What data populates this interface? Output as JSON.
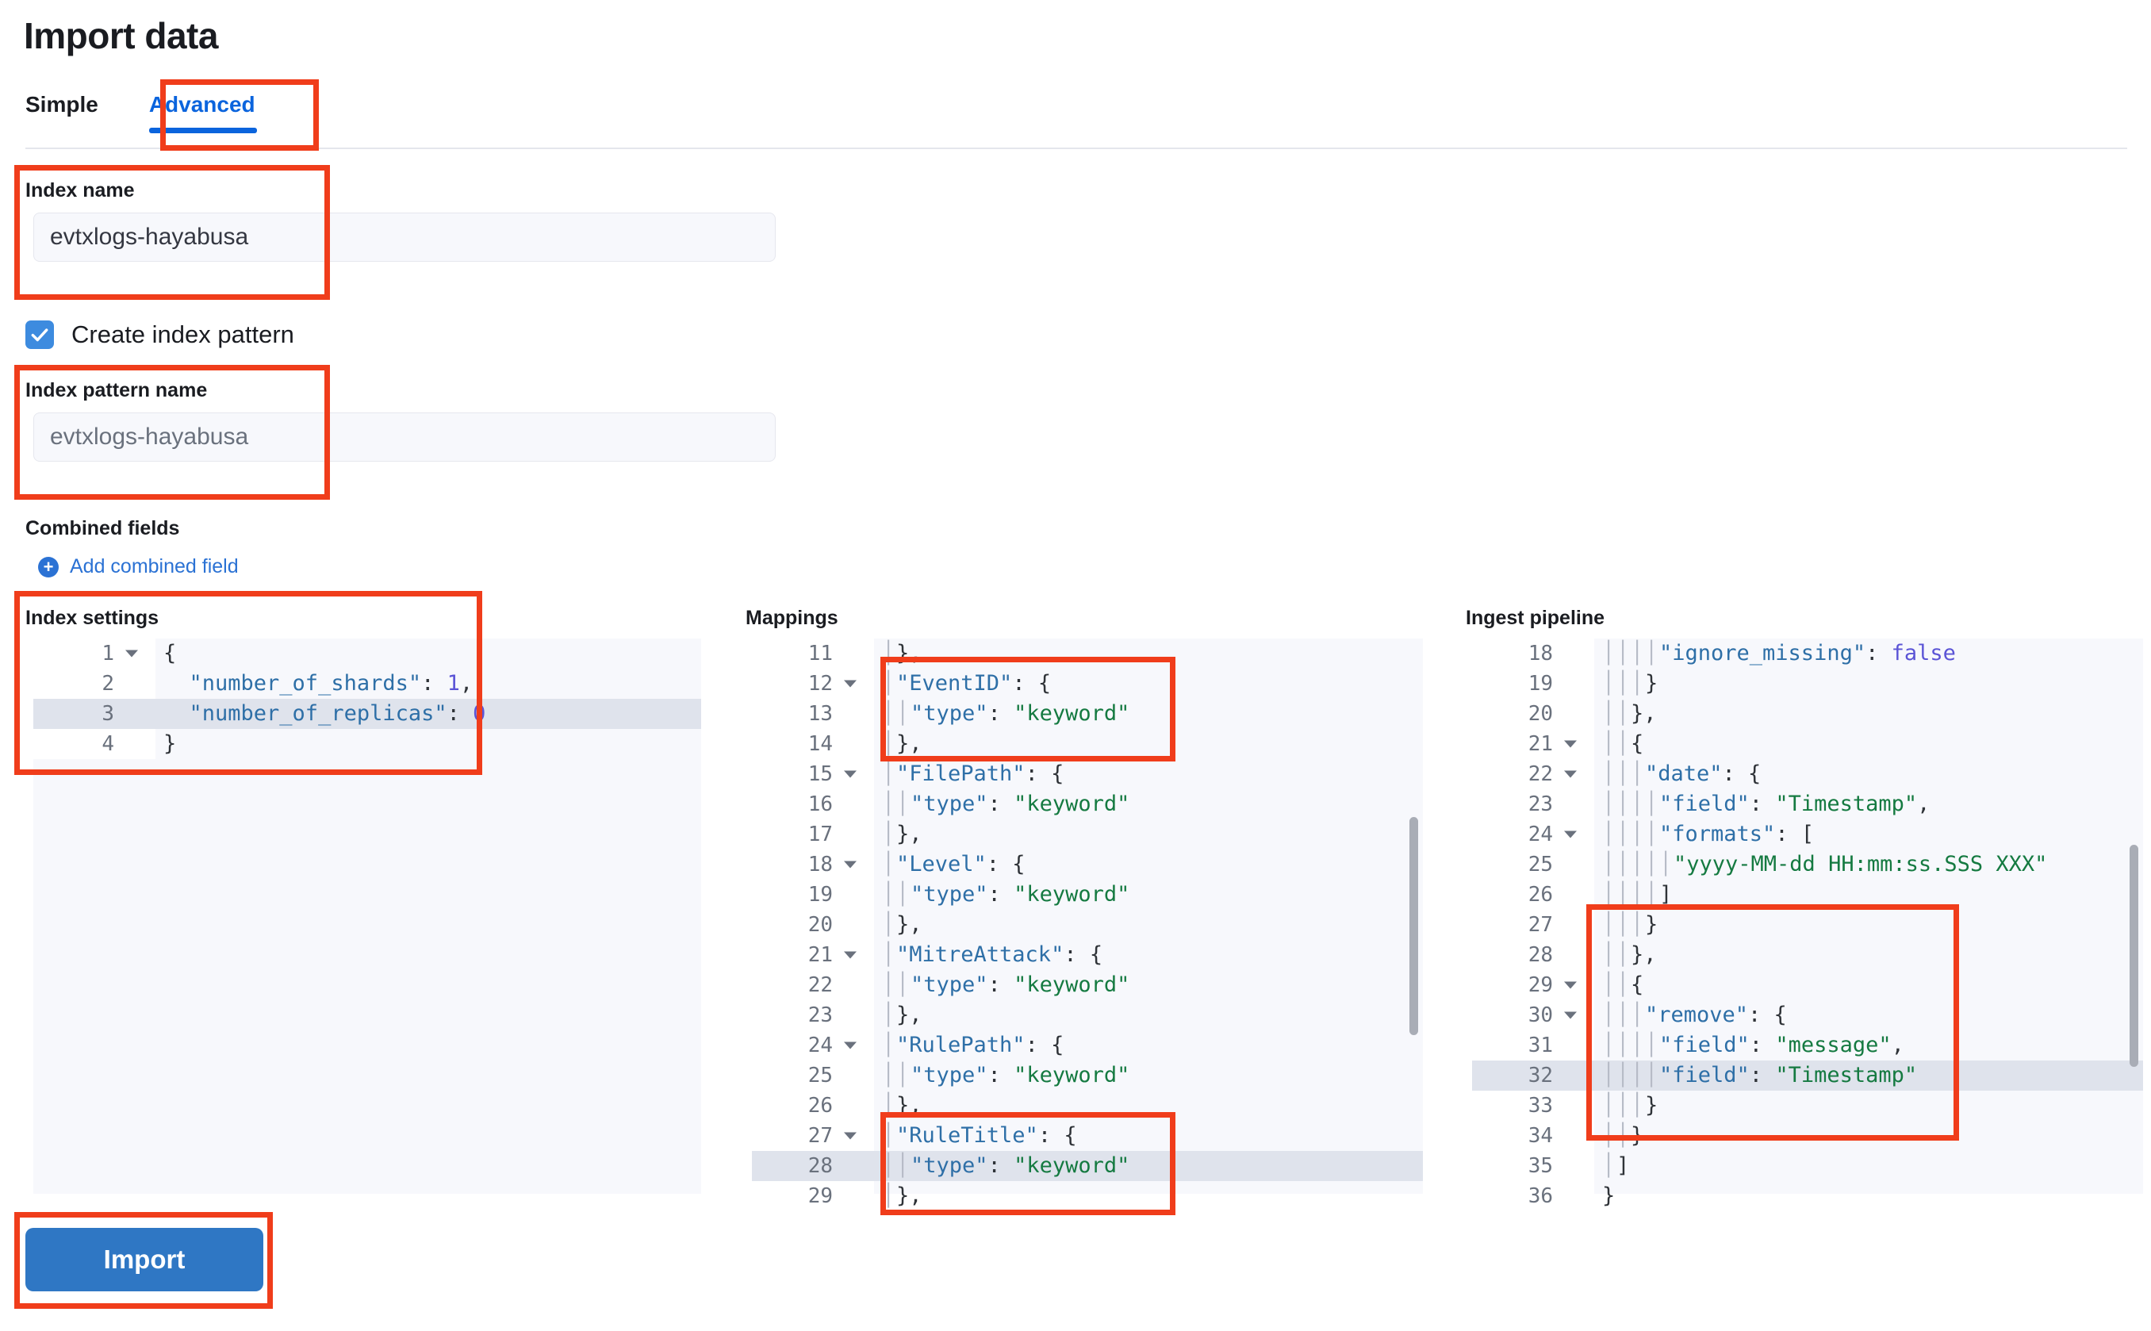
{
  "header": {
    "title": "Import data"
  },
  "tabs": [
    {
      "label": "Simple",
      "active": false
    },
    {
      "label": "Advanced",
      "active": true
    }
  ],
  "form": {
    "index_name": {
      "label": "Index name",
      "value": "evtxlogs-hayabusa"
    },
    "create_index_pattern": {
      "label": "Create index pattern",
      "checked": true
    },
    "index_pattern_name": {
      "label": "Index pattern name",
      "placeholder": "evtxlogs-hayabusa"
    },
    "combined_fields": {
      "label": "Combined fields",
      "add_label": "Add combined field"
    }
  },
  "editors": {
    "index_settings": {
      "title": "Index settings",
      "lines": [
        {
          "num": "1",
          "fold": true,
          "hl": false,
          "indent": 0,
          "tokens": [
            {
              "t": "{",
              "c": "p"
            }
          ]
        },
        {
          "num": "2",
          "fold": false,
          "hl": false,
          "indent": 0,
          "tokens": [
            {
              "t": "  \"number_of_shards\"",
              "c": "k"
            },
            {
              "t": ": ",
              "c": "p"
            },
            {
              "t": "1",
              "c": "b"
            },
            {
              "t": ",",
              "c": "p"
            }
          ]
        },
        {
          "num": "3",
          "fold": false,
          "hl": true,
          "indent": 0,
          "tokens": [
            {
              "t": "  \"number_of_replicas\"",
              "c": "k"
            },
            {
              "t": ": ",
              "c": "p"
            },
            {
              "t": "0",
              "c": "b"
            }
          ]
        },
        {
          "num": "4",
          "fold": false,
          "hl": false,
          "indent": 0,
          "tokens": [
            {
              "t": "}",
              "c": "p"
            }
          ]
        }
      ]
    },
    "mappings": {
      "title": "Mappings",
      "lines": [
        {
          "num": "11",
          "fold": false,
          "hl": false,
          "indent": 1,
          "tokens": [
            {
              "t": "},",
              "c": "p"
            }
          ]
        },
        {
          "num": "12",
          "fold": true,
          "hl": false,
          "indent": 1,
          "tokens": [
            {
              "t": "\"EventID\"",
              "c": "k"
            },
            {
              "t": ": {",
              "c": "p"
            }
          ]
        },
        {
          "num": "13",
          "fold": false,
          "hl": false,
          "indent": 2,
          "tokens": [
            {
              "t": "\"type\"",
              "c": "k"
            },
            {
              "t": ": ",
              "c": "p"
            },
            {
              "t": "\"keyword\"",
              "c": "s"
            }
          ]
        },
        {
          "num": "14",
          "fold": false,
          "hl": false,
          "indent": 1,
          "tokens": [
            {
              "t": "},",
              "c": "p"
            }
          ]
        },
        {
          "num": "15",
          "fold": true,
          "hl": false,
          "indent": 1,
          "tokens": [
            {
              "t": "\"FilePath\"",
              "c": "k"
            },
            {
              "t": ": {",
              "c": "p"
            }
          ]
        },
        {
          "num": "16",
          "fold": false,
          "hl": false,
          "indent": 2,
          "tokens": [
            {
              "t": "\"type\"",
              "c": "k"
            },
            {
              "t": ": ",
              "c": "p"
            },
            {
              "t": "\"keyword\"",
              "c": "s"
            }
          ]
        },
        {
          "num": "17",
          "fold": false,
          "hl": false,
          "indent": 1,
          "tokens": [
            {
              "t": "},",
              "c": "p"
            }
          ]
        },
        {
          "num": "18",
          "fold": true,
          "hl": false,
          "indent": 1,
          "tokens": [
            {
              "t": "\"Level\"",
              "c": "k"
            },
            {
              "t": ": {",
              "c": "p"
            }
          ]
        },
        {
          "num": "19",
          "fold": false,
          "hl": false,
          "indent": 2,
          "tokens": [
            {
              "t": "\"type\"",
              "c": "k"
            },
            {
              "t": ": ",
              "c": "p"
            },
            {
              "t": "\"keyword\"",
              "c": "s"
            }
          ]
        },
        {
          "num": "20",
          "fold": false,
          "hl": false,
          "indent": 1,
          "tokens": [
            {
              "t": "},",
              "c": "p"
            }
          ]
        },
        {
          "num": "21",
          "fold": true,
          "hl": false,
          "indent": 1,
          "tokens": [
            {
              "t": "\"MitreAttack\"",
              "c": "k"
            },
            {
              "t": ": {",
              "c": "p"
            }
          ]
        },
        {
          "num": "22",
          "fold": false,
          "hl": false,
          "indent": 2,
          "tokens": [
            {
              "t": "\"type\"",
              "c": "k"
            },
            {
              "t": ": ",
              "c": "p"
            },
            {
              "t": "\"keyword\"",
              "c": "s"
            }
          ]
        },
        {
          "num": "23",
          "fold": false,
          "hl": false,
          "indent": 1,
          "tokens": [
            {
              "t": "},",
              "c": "p"
            }
          ]
        },
        {
          "num": "24",
          "fold": true,
          "hl": false,
          "indent": 1,
          "tokens": [
            {
              "t": "\"RulePath\"",
              "c": "k"
            },
            {
              "t": ": {",
              "c": "p"
            }
          ]
        },
        {
          "num": "25",
          "fold": false,
          "hl": false,
          "indent": 2,
          "tokens": [
            {
              "t": "\"type\"",
              "c": "k"
            },
            {
              "t": ": ",
              "c": "p"
            },
            {
              "t": "\"keyword\"",
              "c": "s"
            }
          ]
        },
        {
          "num": "26",
          "fold": false,
          "hl": false,
          "indent": 1,
          "tokens": [
            {
              "t": "},",
              "c": "p"
            }
          ]
        },
        {
          "num": "27",
          "fold": true,
          "hl": false,
          "indent": 1,
          "tokens": [
            {
              "t": "\"RuleTitle\"",
              "c": "k"
            },
            {
              "t": ": {",
              "c": "p"
            }
          ]
        },
        {
          "num": "28",
          "fold": false,
          "hl": true,
          "indent": 2,
          "tokens": [
            {
              "t": "\"type\"",
              "c": "k"
            },
            {
              "t": ": ",
              "c": "p"
            },
            {
              "t": "\"keyword\"",
              "c": "s"
            }
          ]
        },
        {
          "num": "29",
          "fold": false,
          "hl": false,
          "indent": 1,
          "tokens": [
            {
              "t": "},",
              "c": "p"
            }
          ]
        }
      ]
    },
    "ingest_pipeline": {
      "title": "Ingest pipeline",
      "lines": [
        {
          "num": "18",
          "fold": false,
          "hl": false,
          "indent": 4,
          "tokens": [
            {
              "t": "\"ignore_missing\"",
              "c": "k"
            },
            {
              "t": ": ",
              "c": "p"
            },
            {
              "t": "false",
              "c": "b"
            }
          ]
        },
        {
          "num": "19",
          "fold": false,
          "hl": false,
          "indent": 3,
          "tokens": [
            {
              "t": "}",
              "c": "p"
            }
          ]
        },
        {
          "num": "20",
          "fold": false,
          "hl": false,
          "indent": 2,
          "tokens": [
            {
              "t": "},",
              "c": "p"
            }
          ]
        },
        {
          "num": "21",
          "fold": true,
          "hl": false,
          "indent": 2,
          "tokens": [
            {
              "t": "{",
              "c": "p"
            }
          ]
        },
        {
          "num": "22",
          "fold": true,
          "hl": false,
          "indent": 3,
          "tokens": [
            {
              "t": "\"date\"",
              "c": "k"
            },
            {
              "t": ": {",
              "c": "p"
            }
          ]
        },
        {
          "num": "23",
          "fold": false,
          "hl": false,
          "indent": 4,
          "tokens": [
            {
              "t": "\"field\"",
              "c": "k"
            },
            {
              "t": ": ",
              "c": "p"
            },
            {
              "t": "\"Timestamp\"",
              "c": "s"
            },
            {
              "t": ",",
              "c": "p"
            }
          ]
        },
        {
          "num": "24",
          "fold": true,
          "hl": false,
          "indent": 4,
          "tokens": [
            {
              "t": "\"formats\"",
              "c": "k"
            },
            {
              "t": ": [",
              "c": "p"
            }
          ]
        },
        {
          "num": "25",
          "fold": false,
          "hl": false,
          "indent": 5,
          "tokens": [
            {
              "t": "\"yyyy-MM-dd HH:mm:ss.SSS XXX\"",
              "c": "s"
            }
          ]
        },
        {
          "num": "26",
          "fold": false,
          "hl": false,
          "indent": 4,
          "tokens": [
            {
              "t": "]",
              "c": "p"
            }
          ]
        },
        {
          "num": "27",
          "fold": false,
          "hl": false,
          "indent": 3,
          "tokens": [
            {
              "t": "}",
              "c": "p"
            }
          ]
        },
        {
          "num": "28",
          "fold": false,
          "hl": false,
          "indent": 2,
          "tokens": [
            {
              "t": "},",
              "c": "p"
            }
          ]
        },
        {
          "num": "29",
          "fold": true,
          "hl": false,
          "indent": 2,
          "tokens": [
            {
              "t": "{",
              "c": "p"
            }
          ]
        },
        {
          "num": "30",
          "fold": true,
          "hl": false,
          "indent": 3,
          "tokens": [
            {
              "t": "\"remove\"",
              "c": "k"
            },
            {
              "t": ": {",
              "c": "p"
            }
          ]
        },
        {
          "num": "31",
          "fold": false,
          "hl": false,
          "indent": 4,
          "tokens": [
            {
              "t": "\"field\"",
              "c": "k"
            },
            {
              "t": ": ",
              "c": "p"
            },
            {
              "t": "\"message\"",
              "c": "s"
            },
            {
              "t": ",",
              "c": "p"
            }
          ]
        },
        {
          "num": "32",
          "fold": false,
          "hl": true,
          "indent": 4,
          "tokens": [
            {
              "t": "\"field\"",
              "c": "k"
            },
            {
              "t": ": ",
              "c": "p"
            },
            {
              "t": "\"Timestamp\"",
              "c": "s"
            }
          ]
        },
        {
          "num": "33",
          "fold": false,
          "hl": false,
          "indent": 3,
          "tokens": [
            {
              "t": "}",
              "c": "p"
            }
          ]
        },
        {
          "num": "34",
          "fold": false,
          "hl": false,
          "indent": 2,
          "tokens": [
            {
              "t": "}",
              "c": "p"
            }
          ]
        },
        {
          "num": "35",
          "fold": false,
          "hl": false,
          "indent": 1,
          "tokens": [
            {
              "t": "]",
              "c": "p"
            }
          ]
        },
        {
          "num": "36",
          "fold": false,
          "hl": false,
          "indent": 0,
          "tokens": [
            {
              "t": "}",
              "c": "p"
            }
          ]
        }
      ]
    }
  },
  "footer": {
    "import_label": "Import"
  },
  "colors": {
    "accent_blue": "#0b64dd",
    "button_blue": "#2f77c4",
    "annotation_red": "#f03d1b",
    "string_green": "#157a41",
    "key_blue": "#2e6fa7"
  }
}
